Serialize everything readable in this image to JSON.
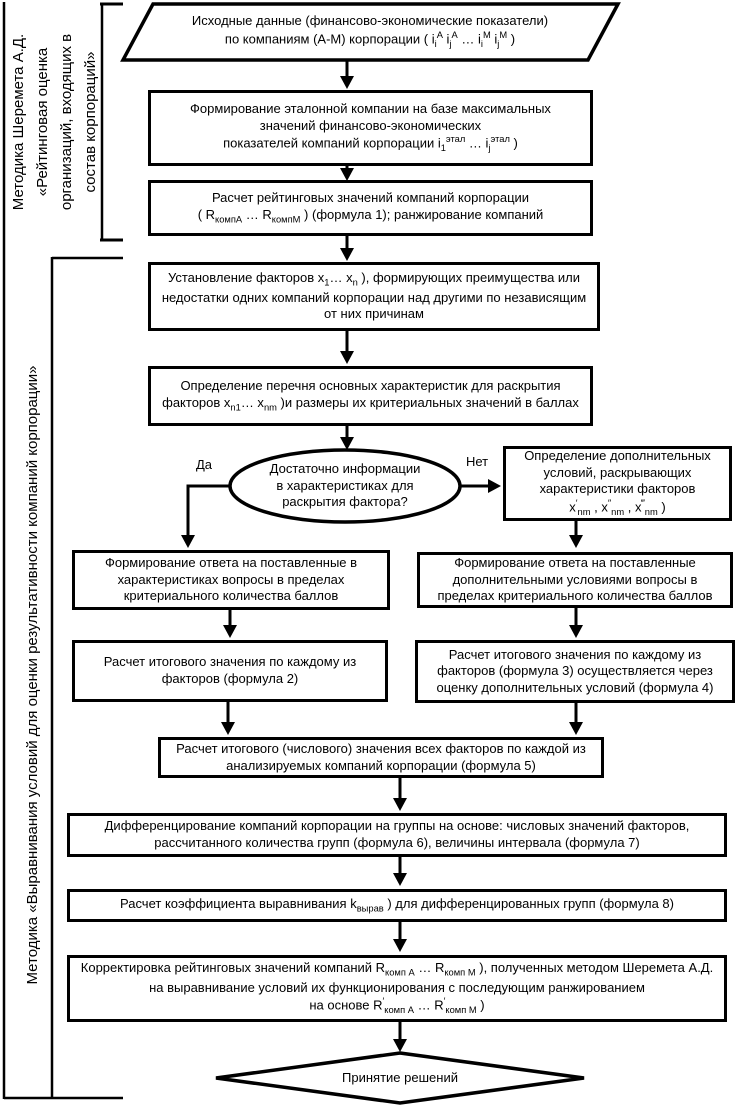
{
  "canvas": {
    "bg": "#ffffff",
    "ink": "#000000"
  },
  "sidebar": {
    "method1_line1": "Методика Шеремета А.Д.",
    "method1_line2": "«Рейтинговая оценка",
    "method1_line3": "организаций, входящих в",
    "method1_line4": "состав корпораций»",
    "method2": "Методика «Выравнивания условий для оценки результативности компаний корпорации»"
  },
  "flow": {
    "input_data": [
      [
        "t",
        "Исходные данные (финансово-экономические показатели)"
      ],
      [
        "br",
        ""
      ],
      [
        "t",
        "по компаниям (А-М) корпорации   ( i"
      ],
      [
        "sub",
        "i"
      ],
      [
        "sup",
        "А"
      ],
      [
        "t",
        "   i"
      ],
      [
        "sub",
        "j"
      ],
      [
        "sup",
        "А"
      ],
      [
        "t",
        " … i"
      ],
      [
        "sub",
        "i"
      ],
      [
        "sup",
        "М"
      ],
      [
        "t",
        "   i"
      ],
      [
        "sub",
        "j"
      ],
      [
        "sup",
        "М"
      ],
      [
        "t",
        " )"
      ]
    ],
    "benchmark": [
      [
        "t",
        "Формирование эталонной компании на базе максимальных"
      ],
      [
        "br",
        ""
      ],
      [
        "t",
        "значений финансово-экономических"
      ],
      [
        "br",
        ""
      ],
      [
        "t",
        "показателей компаний корпорации  i"
      ],
      [
        "sub",
        "1"
      ],
      [
        "sup",
        "этал"
      ],
      [
        "t",
        " … i"
      ],
      [
        "sub",
        "j"
      ],
      [
        "sup",
        "этал"
      ],
      [
        "t",
        " )"
      ]
    ],
    "rating": [
      [
        "t",
        "Расчет рейтинговых значений компаний корпорации"
      ],
      [
        "br",
        ""
      ],
      [
        "t",
        "( R"
      ],
      [
        "sub",
        "компА"
      ],
      [
        "t",
        " … R"
      ],
      [
        "sub",
        "компМ"
      ],
      [
        "t",
        " )  (формула 1); ранжирование компаний"
      ]
    ],
    "factors": [
      [
        "t",
        "Установление факторов  х"
      ],
      [
        "sub",
        "1"
      ],
      [
        "t",
        "… х"
      ],
      [
        "sub",
        "n"
      ],
      [
        "t",
        " ), формирующих преимущества или недостатки одних компаний корпорации над другими по независящим от них причинам"
      ]
    ],
    "characteristics": [
      [
        "t",
        "Определение перечня основных характеристик для раскрытия факторов   х"
      ],
      [
        "sub",
        "n1"
      ],
      [
        "t",
        "… х"
      ],
      [
        "sub",
        "nm"
      ],
      [
        "t",
        " )и размеры их критериальных значений в баллах"
      ]
    ],
    "decision_line1": "Достаточно информации",
    "decision_line2": "в характеристиках для",
    "decision_line3": "раскрытия фактора?",
    "yes_label": "Да",
    "no_label": "Нет",
    "extra_conditions": [
      [
        "t",
        "Определение дополнительных условий, раскрывающих характеристики факторов"
      ],
      [
        "br",
        ""
      ],
      [
        "t",
        "х"
      ],
      [
        "sup",
        "′"
      ],
      [
        "sub",
        "nm"
      ],
      [
        "t",
        " ,  х"
      ],
      [
        "sup",
        "″"
      ],
      [
        "sub",
        "nm"
      ],
      [
        "t",
        " ,  х"
      ],
      [
        "sup",
        "‴"
      ],
      [
        "sub",
        "nm"
      ],
      [
        "t",
        " )"
      ]
    ],
    "answer_main": [
      [
        "t",
        "Формирование ответа на поставленные в характеристиках вопросы в пределах критериального количества баллов"
      ]
    ],
    "answer_extra": [
      [
        "t",
        "Формирование ответа на поставленные дополнительными условиями вопросы в пределах критериального количества баллов"
      ]
    ],
    "total_main": [
      [
        "t",
        "Расчет итогового значения по каждому из факторов (формула 2)"
      ]
    ],
    "total_extra": [
      [
        "t",
        "Расчет итогового значения по каждому из факторов (формула 3) осуществляется через оценку дополнительных условий (формула 4)"
      ]
    ],
    "total_all": [
      [
        "t",
        "Расчет итогового (числового) значения всех факторов по каждой из анализируемых компаний корпорации (формула 5)"
      ]
    ],
    "grouping": [
      [
        "t",
        "Дифференцирование компаний корпорации на группы на основе: числовых значений факторов, рассчитанного количества групп (формула 6), величины  интервала (формула 7)"
      ]
    ],
    "coefficient": [
      [
        "t",
        "Расчет коэффициента выравнивания   k"
      ],
      [
        "sub",
        "вырав"
      ],
      [
        "t",
        " )  для дифференцированных групп (формула 8)"
      ]
    ],
    "adjustment": [
      [
        "t",
        "Корректировка рейтинговых значений компаний  R"
      ],
      [
        "sub",
        "комп А"
      ],
      [
        "t",
        " … R"
      ],
      [
        "sub",
        "комп М"
      ],
      [
        "t",
        " ), полученных методом Шеремета А.Д. на выравнивание условий их функционирования с последующим ранжированием"
      ],
      [
        "br",
        ""
      ],
      [
        "t",
        "на основе   R"
      ],
      [
        "sup",
        "′"
      ],
      [
        "sub",
        "комп А"
      ],
      [
        "t",
        " … R"
      ],
      [
        "sup",
        "′"
      ],
      [
        "sub",
        "комп М"
      ],
      [
        "t",
        " )"
      ]
    ],
    "final_decision": "Принятие решений"
  }
}
